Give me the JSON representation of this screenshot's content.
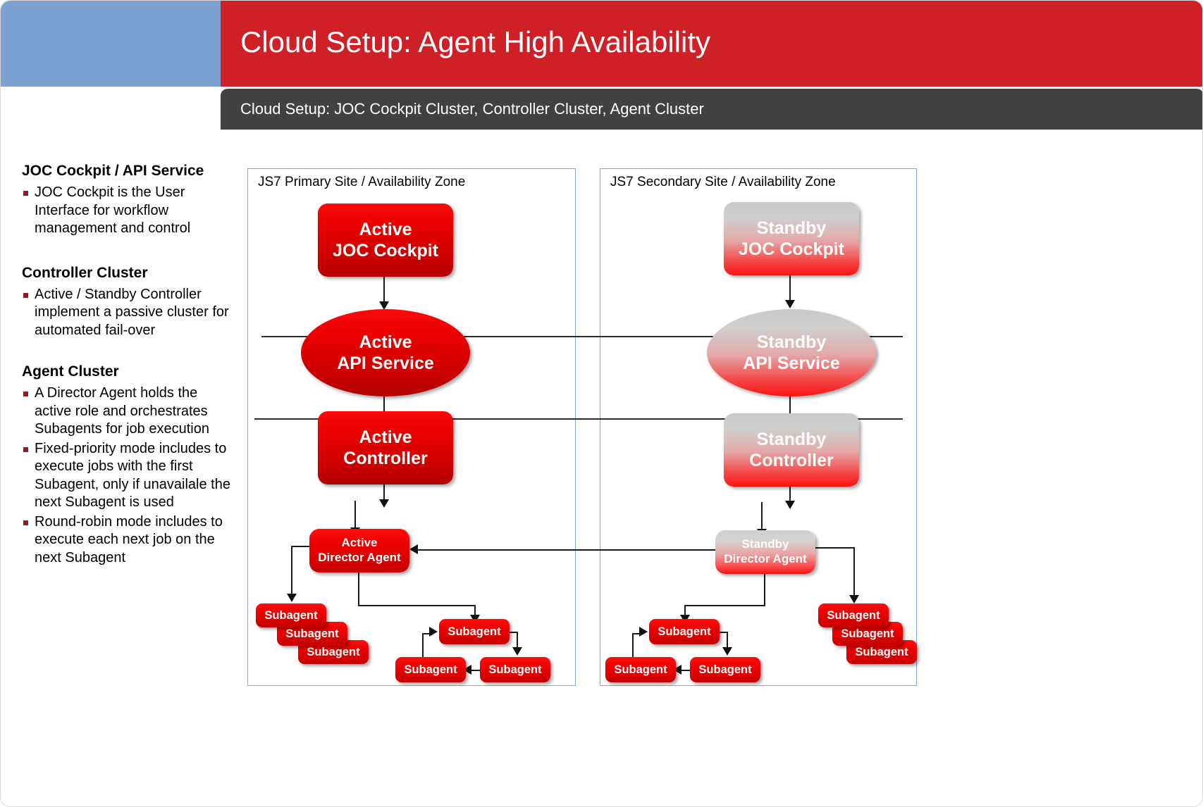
{
  "header": {
    "title": "Cloud Setup: Agent High Availability",
    "subtitle": "Cloud Setup: JOC Cockpit Cluster, Controller Cluster, Agent Cluster",
    "accent_red": "#cf2027",
    "accent_blue": "#7ba2d0",
    "subbar_gray": "#414141"
  },
  "sidebar": {
    "groups": [
      {
        "title": "JOC Cockpit / API Service",
        "bullets": [
          "JOC Cockpit is the User Interface for workflow management and control"
        ]
      },
      {
        "title": "Controller Cluster",
        "bullets": [
          "Active / Standby Controller implement a passive cluster for automated fail-over"
        ]
      },
      {
        "title": "Agent Cluster",
        "bullets": [
          "A Director Agent holds the active role and orchestrates Subagents for job execution",
          "Fixed-priority mode includes to execute jobs with the first Subagent, only if unavailale the next Subagent is used",
          "Round-robin mode includes to execute each next job on the next Subagent"
        ]
      }
    ]
  },
  "diagram": {
    "zones": [
      {
        "label": "JS7 Primary Site / Availability Zone"
      },
      {
        "label": "JS7 Secondary Site / Availability Zone"
      }
    ],
    "primary": {
      "joc": "Active\nJOC Cockpit",
      "api": "Active\nAPI Service",
      "controller": "Active\nController",
      "director": "Active\nDirector Agent",
      "subagents_fixed": [
        "Subagent",
        "Subagent",
        "Subagent"
      ],
      "subagents_roundrobin": [
        "Subagent",
        "Subagent",
        "Subagent"
      ]
    },
    "secondary": {
      "joc": "Standby\nJOC Cockpit",
      "api": "Standby\nAPI Service",
      "controller": "Standby\nController",
      "director": "Standby\nDirector Agent",
      "subagents_roundrobin": [
        "Subagent",
        "Subagent",
        "Subagent"
      ],
      "subagents_fixed": [
        "Subagent",
        "Subagent",
        "Subagent"
      ]
    },
    "colors": {
      "active_red": "#ed0000",
      "standby_gray": "#cfcfcf",
      "zone_border": "#8aa4d8",
      "connector": "#1a1a1a"
    }
  }
}
